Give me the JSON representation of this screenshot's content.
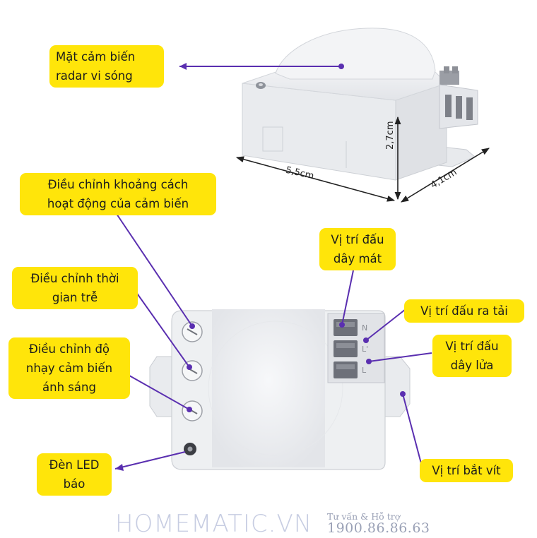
{
  "callouts": {
    "radar_surface": [
      "Mặt cảm biến",
      "radar vi sóng"
    ],
    "distance_adjust": [
      "Điều chỉnh khoảng cách",
      "hoạt động của cảm biến"
    ],
    "delay_adjust": [
      "Điều chỉnh thời",
      "gian trễ"
    ],
    "light_sensitivity": [
      "Điều chỉnh độ",
      "nhạy cảm biến",
      "ánh sáng"
    ],
    "led": [
      "Đèn LED",
      "báo"
    ],
    "neutral_terminal": [
      "Vị trí đấu",
      "dây mát"
    ],
    "load_terminal": [
      "Vị trí đấu ra tải"
    ],
    "live_terminal": [
      "Vị trí đấu",
      "dây lửa"
    ],
    "screw_position": [
      "Vị trí bắt vít"
    ]
  },
  "dimensions": {
    "length": "5,5cm",
    "height": "2,7cm",
    "width": "4,1cm"
  },
  "terminal_marks": [
    "N",
    "L'",
    "L"
  ],
  "brand": {
    "name": "HOMEMATIC.VN",
    "hotline_label": "Tư vấn & Hỗ trợ",
    "hotline": "1900.86.86.63"
  },
  "colors": {
    "callout_bg": "#ffe50a",
    "leader": "#5a2fb0",
    "device": "#eceef1",
    "terminal": "#6d7079",
    "brand": "#c7cde2"
  }
}
